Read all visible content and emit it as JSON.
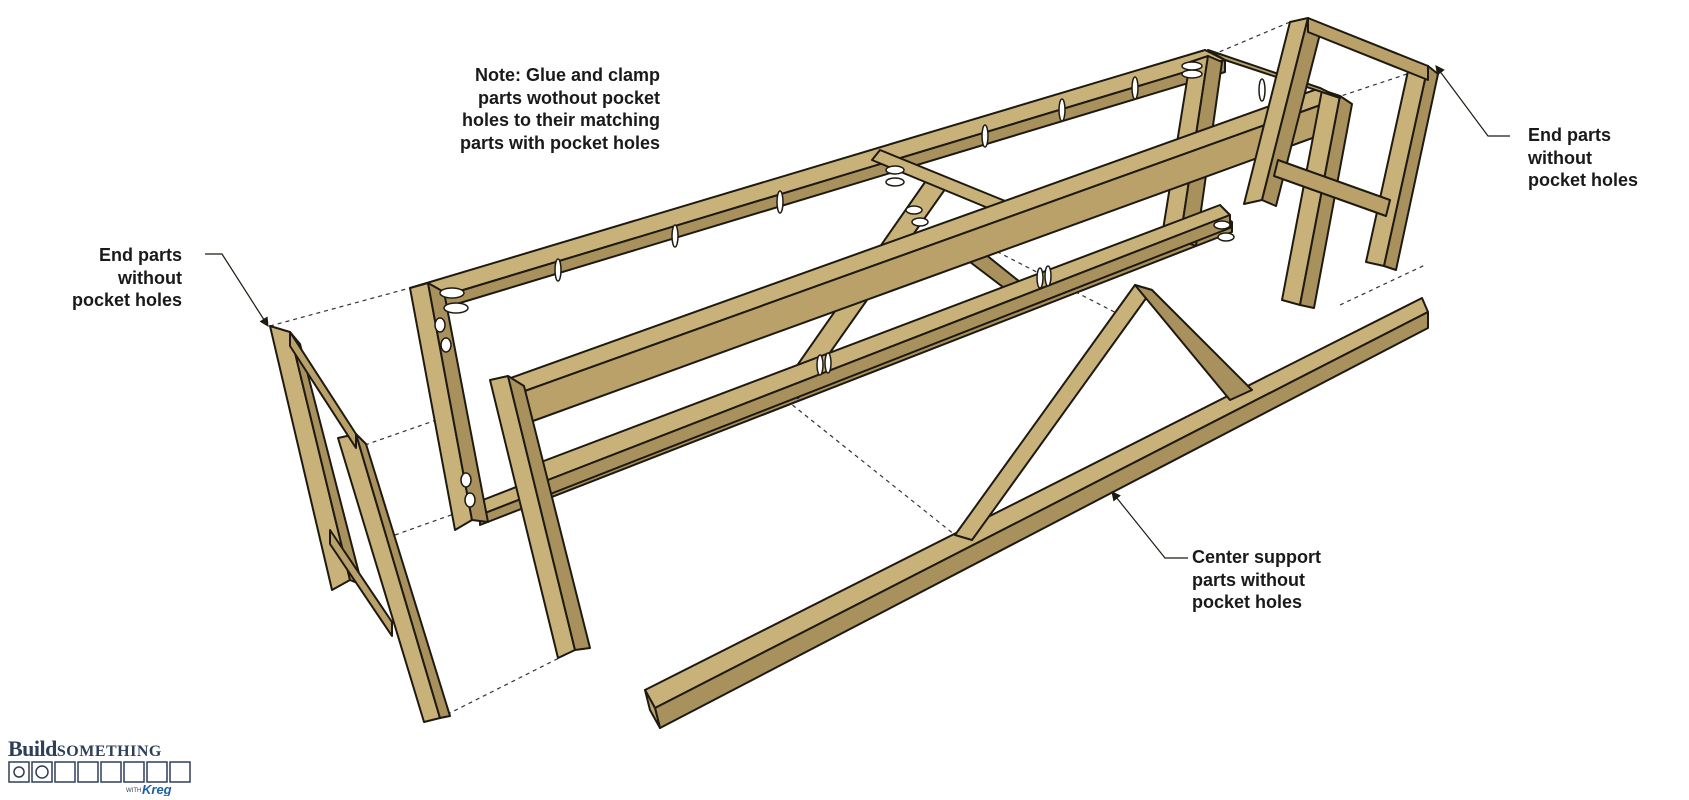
{
  "annotations": {
    "note": [
      "Note: Glue and clamp",
      "parts wothout pocket",
      "holes to their matching",
      "parts with pocket holes"
    ],
    "end_left": [
      "End parts",
      "without",
      "pocket holes"
    ],
    "end_right": [
      "End parts",
      "without",
      "pocket holes"
    ],
    "center": [
      "Center support",
      "parts without",
      "pocket holes"
    ]
  },
  "logo": {
    "word1": "Build",
    "word2": "SOMETHING",
    "sub_with": "WITH",
    "sub_brand": "Kreg"
  },
  "colors": {
    "wood": "#c9b27a",
    "wood_dark": "#a8915c",
    "outline": "#1e1a12",
    "text": "#1a1a1a",
    "logo_navy": "#2e3f58",
    "logo_blue": "#1f5fa8"
  }
}
